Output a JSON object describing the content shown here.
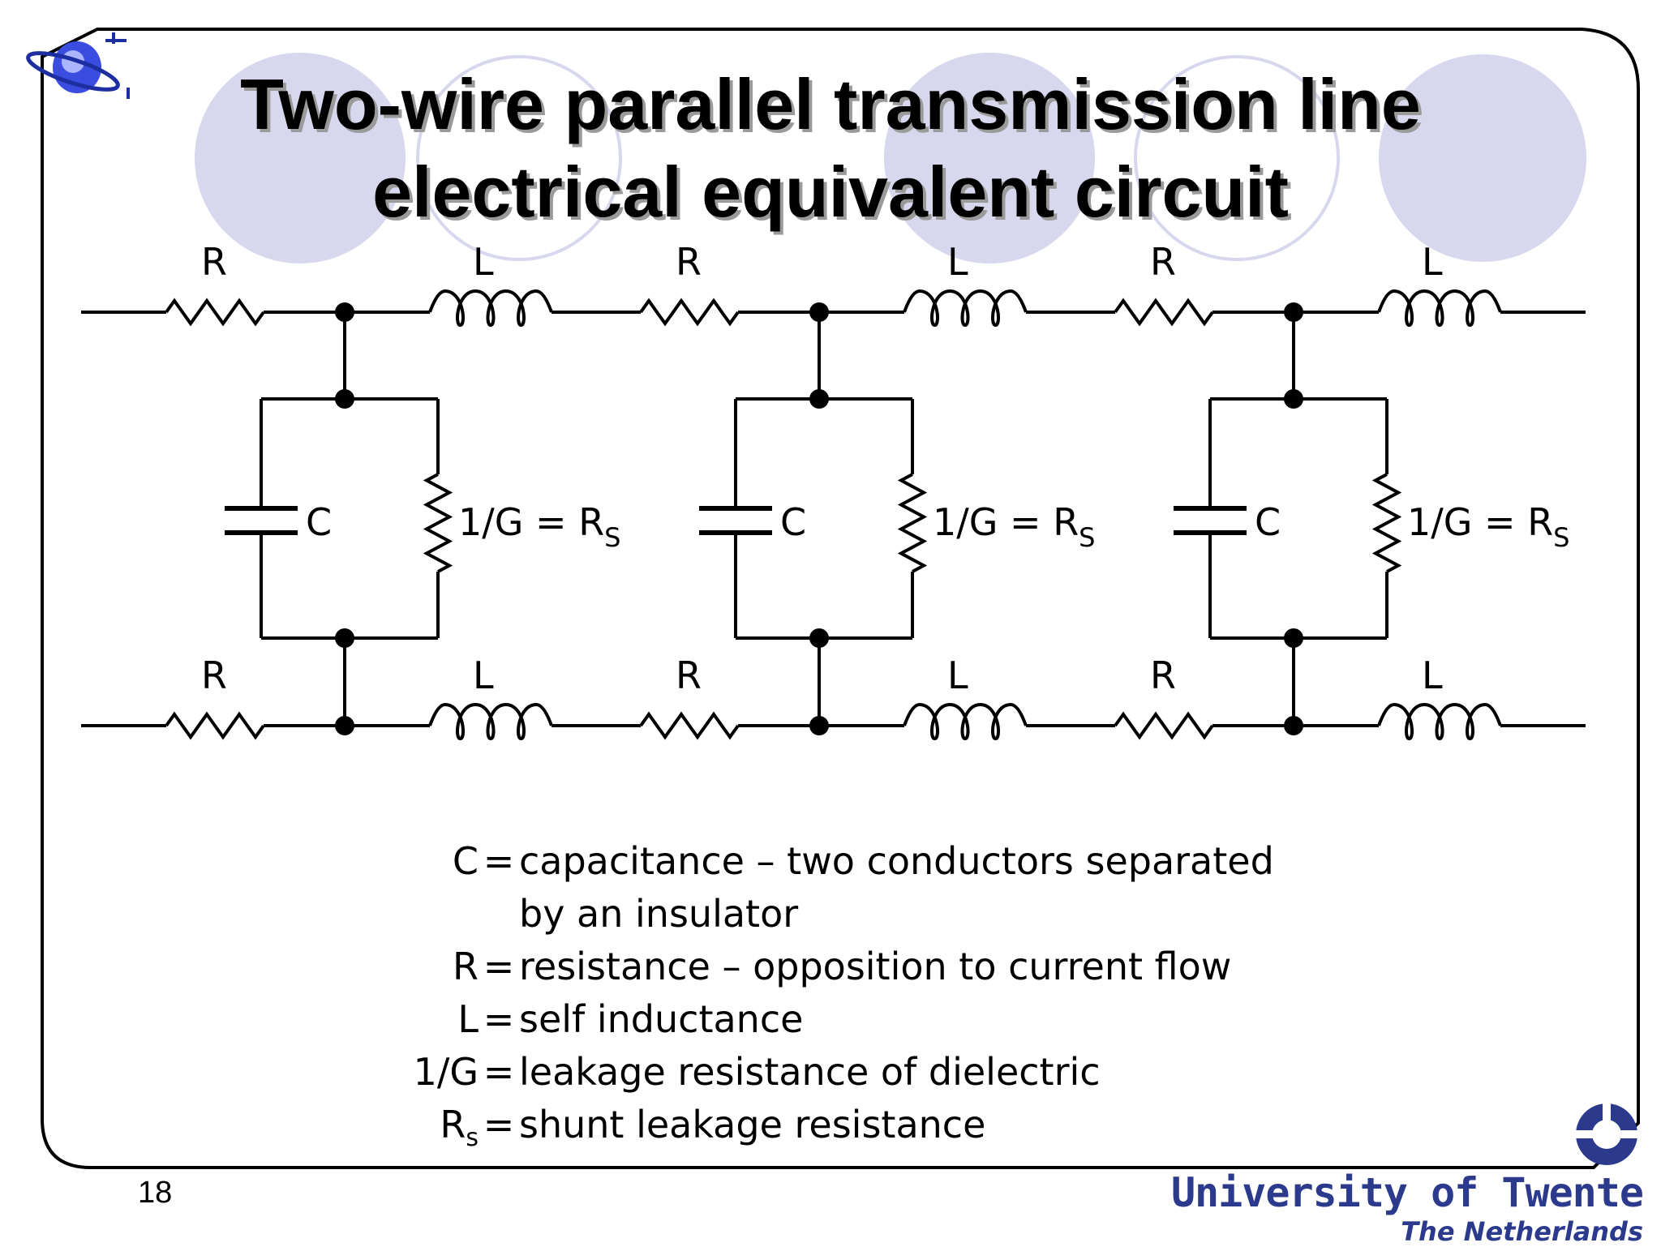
{
  "slide": {
    "title_line1": "Two-wire parallel transmission line",
    "title_line2": "electrical equivalent circuit",
    "page_number": "18"
  },
  "circuit": {
    "top_rail": {
      "resistor_label": "R",
      "inductor_label": "L"
    },
    "bottom_rail": {
      "resistor_label": "R",
      "inductor_label": "L"
    },
    "capacitor_label": "C",
    "shunt_label_main": "1/G = R",
    "shunt_label_sub": "S",
    "sections": 3
  },
  "legend": {
    "items": [
      {
        "symbol": "C",
        "sub": "",
        "eq": "=",
        "desc": "capacitance – two conductors separated",
        "cont": "by an insulator"
      },
      {
        "symbol": "R",
        "sub": "",
        "eq": "=",
        "desc": "resistance – opposition to current flow",
        "cont": ""
      },
      {
        "symbol": "L",
        "sub": "",
        "eq": "=",
        "desc": "self inductance",
        "cont": ""
      },
      {
        "symbol": "1/G",
        "sub": "",
        "eq": "=",
        "desc": "leakage resistance of dielectric",
        "cont": ""
      },
      {
        "symbol": "R",
        "sub": "s",
        "eq": "=",
        "desc": "shunt leakage resistance",
        "cont": ""
      }
    ]
  },
  "footer": {
    "university": "University of Twente",
    "country": "The Netherlands"
  },
  "colors": {
    "accent_circles": "#d7d7ee",
    "brand_blue": "#2b3a8c"
  }
}
